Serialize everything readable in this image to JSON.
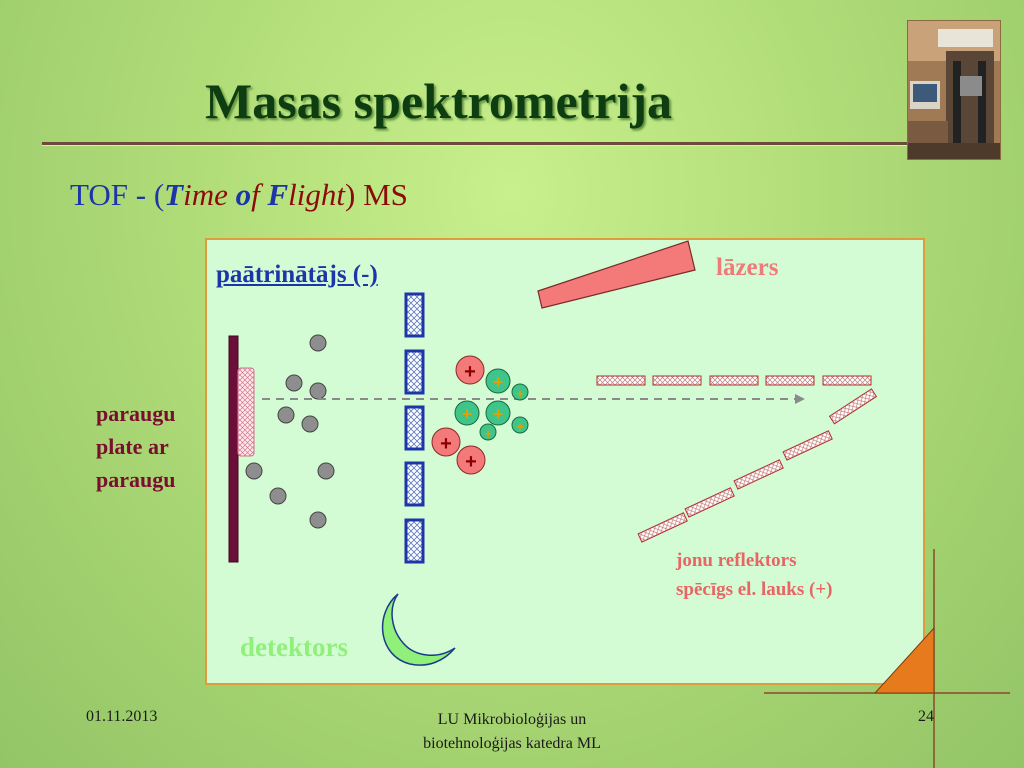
{
  "slide": {
    "title": "Masas spektrometrija",
    "subtitle": {
      "tof": "TOF - (",
      "t": "T",
      "ime": "ime ",
      "o": "o",
      "f_space": "f ",
      "f": "F",
      "light": "light",
      "close": ")",
      "ms": " MS"
    }
  },
  "diagram": {
    "accelerator_label": "paātrinātājs (-)",
    "laser_label": "lāzers",
    "sample_plate_label": "paraugu plate ar paraugu",
    "reflector_label_line1": "jonu reflektors",
    "reflector_label_line2": "spēcīgs el. lauks (+)",
    "detector_label": "detektors",
    "ion_sign": "+"
  },
  "footer": {
    "date": "01.11.2013",
    "institution_line1": "LU Mikrobioloģijas un",
    "institution_line2": "biotehnoloģijas katedra ML",
    "page_number": "24"
  },
  "colors": {
    "title": "#0d3d10",
    "panel_bg": "#d4fcd4",
    "panel_border": "#e19a3c",
    "accent_blue": "#1c35a8",
    "laser": "#f47a7a",
    "ion_large": "#f47a7a",
    "ion_small": "#3fc48a",
    "detector": "#8ff07a"
  }
}
